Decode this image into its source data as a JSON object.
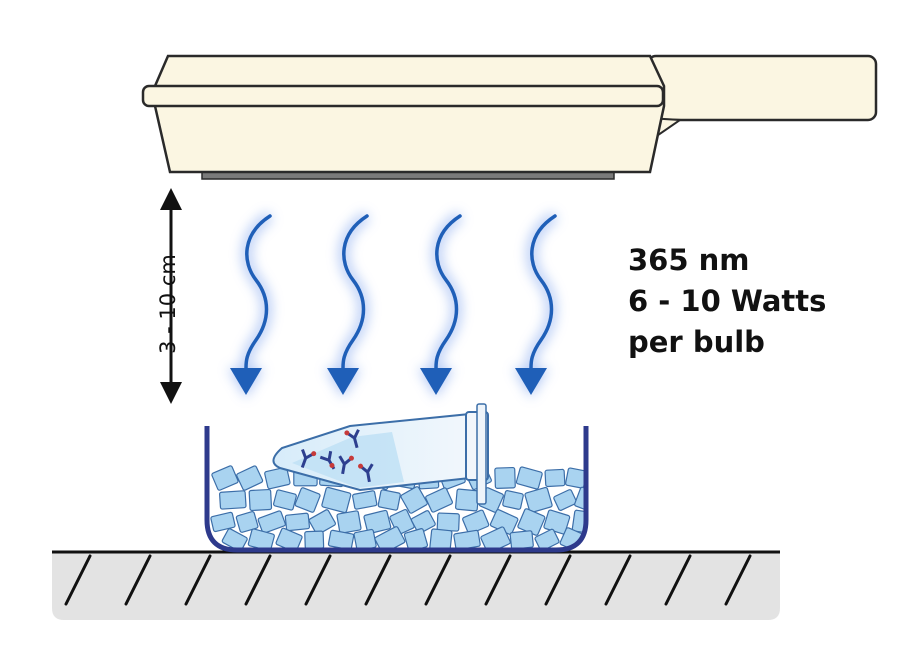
{
  "labels": {
    "wavelength": "365 nm",
    "power": "6 - 10 Watts",
    "per_bulb": "per bulb",
    "distance": "3 - 10 cm"
  },
  "icons": {
    "lamp": "uv-lamp-icon",
    "light_wave": "uv-light-wave-icon",
    "ice_bath": "ice-bath-icon",
    "tube": "microcentrifuge-tube-icon",
    "antibody": "antibody-icon",
    "bench": "bench-surface-icon"
  },
  "colors": {
    "lamp_body": "#fbf6e2",
    "lamp_outline": "#2a2a2a",
    "uv_wave": "#1f5fb8",
    "uv_glow": "#9bb8f2",
    "bath_wall": "#2e3a8c",
    "ice": "#a9d3f0",
    "ice_outline": "#3c6ea8",
    "antibody_heavy": "#2d3f8f",
    "antibody_tag": "#c63a3a",
    "bench_fill": "#e3e3e3"
  }
}
